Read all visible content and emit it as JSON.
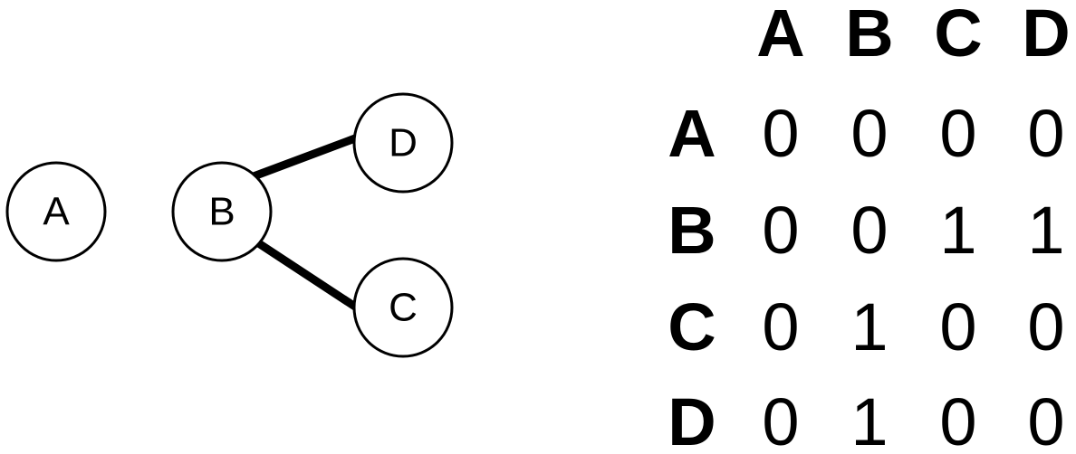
{
  "graph": {
    "nodes": [
      {
        "id": "A",
        "label": "A"
      },
      {
        "id": "B",
        "label": "B"
      },
      {
        "id": "D",
        "label": "D"
      },
      {
        "id": "C",
        "label": "C"
      }
    ],
    "edges": [
      {
        "from": "B",
        "to": "D"
      },
      {
        "from": "B",
        "to": "C"
      }
    ]
  },
  "matrix": {
    "col_headers": [
      "A",
      "B",
      "C",
      "D"
    ],
    "rows": [
      {
        "header": "A",
        "values": [
          "0",
          "0",
          "0",
          "0"
        ]
      },
      {
        "header": "B",
        "values": [
          "0",
          "0",
          "1",
          "1"
        ]
      },
      {
        "header": "C",
        "values": [
          "0",
          "1",
          "0",
          "0"
        ]
      },
      {
        "header": "D",
        "values": [
          "0",
          "1",
          "0",
          "0"
        ]
      }
    ]
  }
}
